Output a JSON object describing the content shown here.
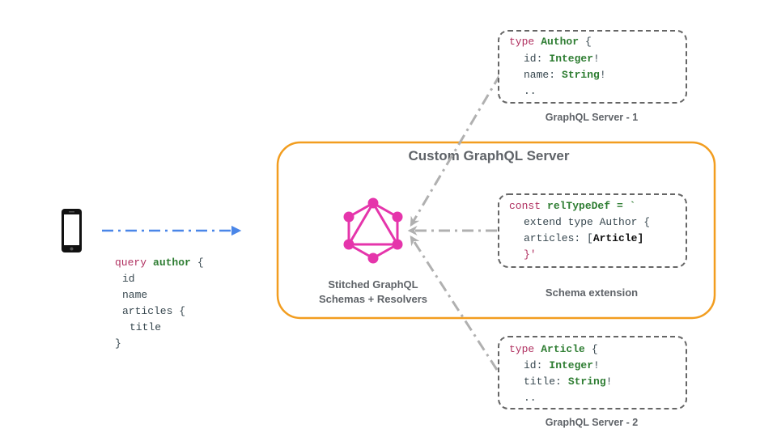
{
  "colors": {
    "keyword": "#b03060",
    "type_name": "#2e7d32",
    "text": "#37474f",
    "dashed_border": "#666666",
    "server_border": "#f29d1f",
    "graphql_logo": "#e535ab",
    "client_arrow": "#4a86e8",
    "link_arrow": "#b0b0b0",
    "label": "#5f6368"
  },
  "icons": {
    "client": "phone-icon",
    "stitched": "graphql-logo-icon"
  },
  "client_query": {
    "line1_keyword": "query",
    "line1_name": "author",
    "line1_brace": "{",
    "line2": "id",
    "line3": "name",
    "line4": "articles {",
    "line5": "title",
    "line6": "}"
  },
  "custom_server": {
    "title": "Custom GraphQL Server",
    "stitched_line1": "Stitched GraphQL",
    "stitched_line2": "Schemas + Resolvers"
  },
  "server1": {
    "label": "GraphQL Server - 1",
    "keyword": "type",
    "type_name": "Author",
    "brace": "{",
    "field1_name": "id:",
    "field1_type": "Integer",
    "field2_name": "name:",
    "field2_type": "String",
    "bang": "!",
    "ellipsis": ".."
  },
  "schema_extension": {
    "label": "Schema extension",
    "keyword": "const",
    "name": "relTypeDef",
    "assign": "= `",
    "line2": "extend type Author {",
    "line3_field": "articles: [",
    "line3_type": "Article",
    "line3_close": "]",
    "line4": "}'"
  },
  "server2": {
    "label": "GraphQL Server - 2",
    "keyword": "type",
    "type_name": "Article",
    "brace": "{",
    "field1_name": "id:",
    "field1_type": "Integer",
    "field2_name": "title:",
    "field2_type": "String",
    "bang": "!",
    "ellipsis": ".."
  }
}
